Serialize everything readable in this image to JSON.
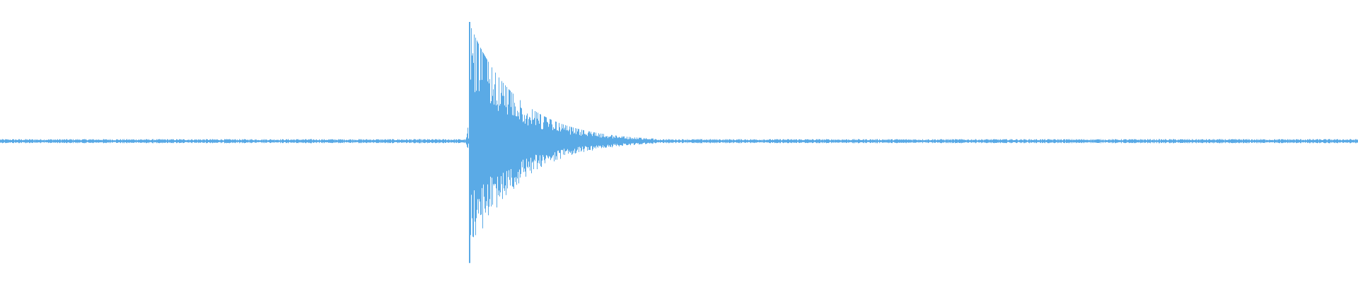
{
  "waveform": {
    "color": "#5aaae6",
    "background": "#ffffff",
    "onset_position": 0.345,
    "peak_amplitude_up": 0.9,
    "peak_amplitude_down": 0.92,
    "decay_length": 0.085,
    "noise_floor": 0.012
  }
}
